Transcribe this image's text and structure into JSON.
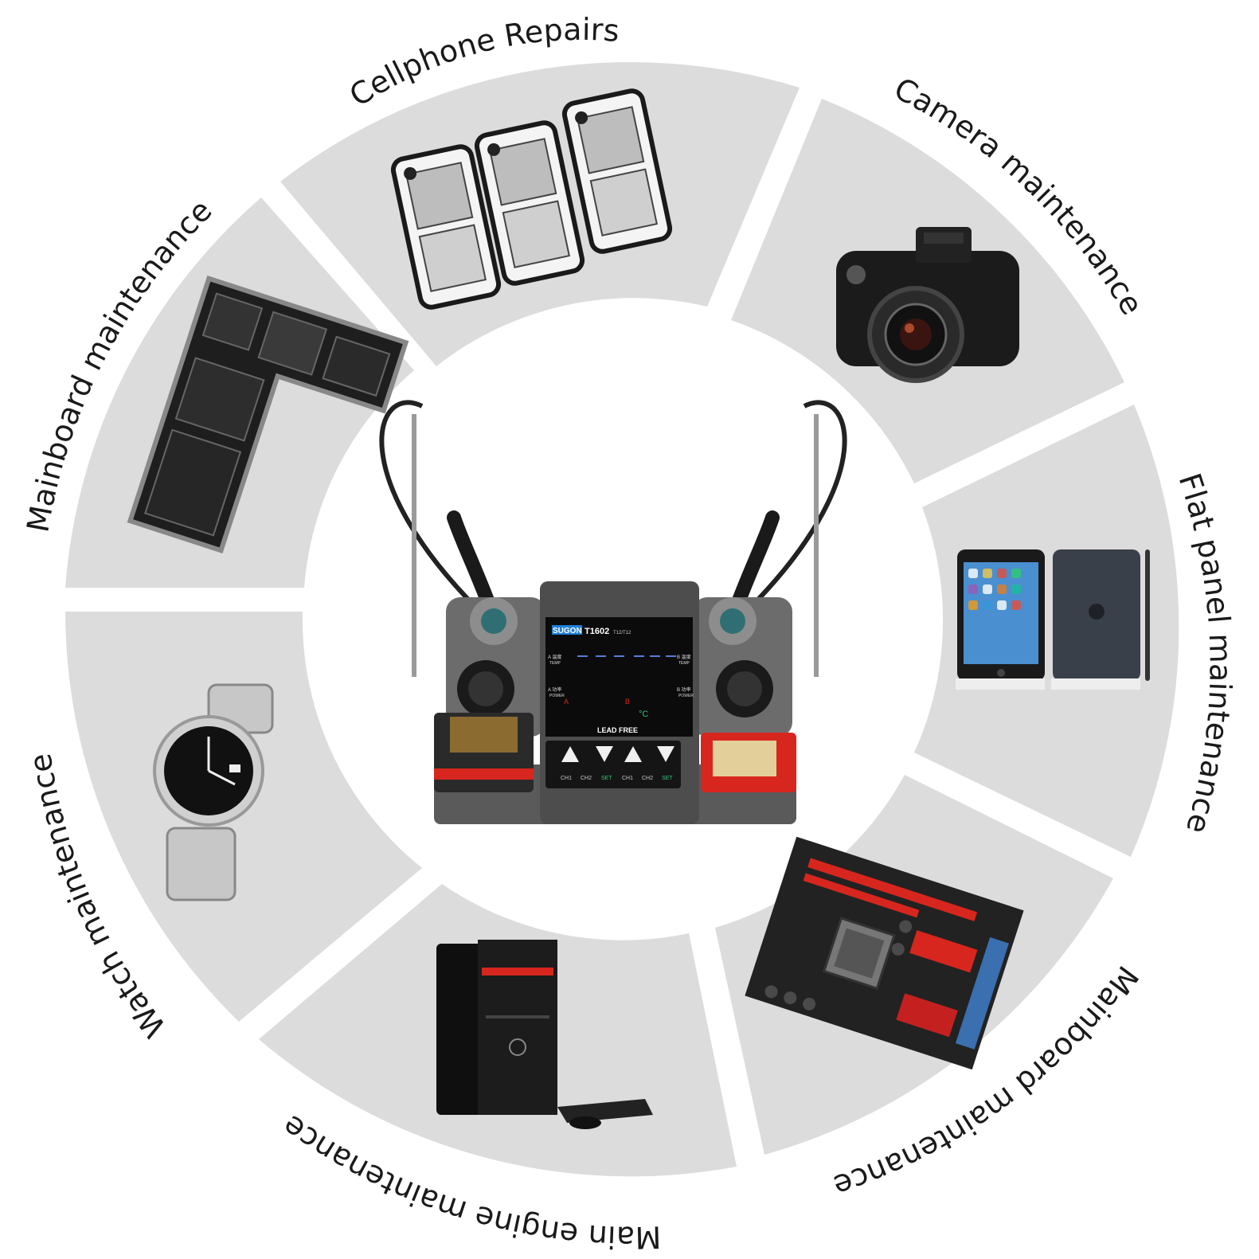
{
  "segments": [
    {
      "id": "cellphone",
      "label": "Cellphone Repairs",
      "icon": "xray-smartphones-icon"
    },
    {
      "id": "camera",
      "label": "Camera maintenance",
      "icon": "dslr-camera-icon"
    },
    {
      "id": "flat-panel",
      "label": "Flat panel maintenance",
      "icon": "tablets-icon"
    },
    {
      "id": "motherboard",
      "label": "Mainboard maintenance",
      "icon": "pc-motherboard-icon"
    },
    {
      "id": "desktop",
      "label": "Main engine maintenance",
      "icon": "desktop-tower-icon"
    },
    {
      "id": "watch",
      "label": "Watch maintenance",
      "icon": "wristwatch-icon"
    },
    {
      "id": "phone-board",
      "label": "Mainboard maintenance",
      "icon": "phone-logic-board-icon"
    }
  ],
  "station": {
    "brand": "SUGON",
    "model": "T1602",
    "tip_type": "T12/T12",
    "temp_label_a": "A 温度",
    "temp_label_a_en": "TEMP",
    "temp_label_b": "B 温度",
    "temp_label_b_en": "TEMP",
    "power_label_a": "A 功率",
    "power_label_a_en": "POWER",
    "power_label_b": "B 功率",
    "power_label_b_en": "POWER",
    "channel_a": "A",
    "channel_b": "B",
    "unit": "°C",
    "lead_free": "LEAD FREE",
    "keys": [
      "CH1",
      "CH2",
      "SET",
      "CH1",
      "CH2",
      "SET"
    ]
  },
  "colors": {
    "segment_fill": "#dcdcdc",
    "accent_red": "#d7261e",
    "brand_blue": "#1f7fd6"
  }
}
